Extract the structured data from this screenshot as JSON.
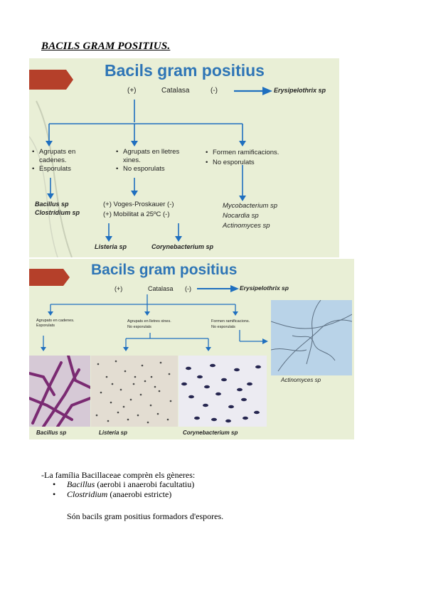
{
  "heading": "BACILS GRAM POSITIUS.",
  "slide1": {
    "title": "Bacils gram positius",
    "catalasa": {
      "plus": "(+)",
      "label": "Catalasa",
      "minus": "(-)"
    },
    "erysipelothrix": "Erysipelothrix sp",
    "branches": [
      {
        "items": [
          "Agrupats en cadenes.",
          "Esporulats"
        ],
        "genera": [
          "Bacillus sp",
          "Clostridium sp"
        ]
      },
      {
        "items": [
          "Agrupats en lletres xines.",
          "No esporulats"
        ],
        "tests": [
          "(+) Voges-Proskauer (-)",
          "(+) Mobilitat a 25ºC  (-)"
        ],
        "results": [
          "Listeria sp",
          "Corynebacterium sp"
        ]
      },
      {
        "items": [
          "Formen ramificacions.",
          "No esporulats"
        ],
        "genera": [
          "Mycobacterium sp",
          "Nocardia sp",
          "Actinomyces sp"
        ]
      }
    ]
  },
  "slide2": {
    "title": "Bacils gram positius",
    "catalasa": {
      "plus": "(+)",
      "label": "Catalasa",
      "minus": "(-)"
    },
    "erysipelothrix": "Erysipelothrix sp",
    "branches": [
      {
        "items": [
          "Agrupats en cadenes.",
          "Esporulats"
        ]
      },
      {
        "items": [
          "Agrupats en lletres xines.",
          "No esporulats"
        ]
      },
      {
        "items": [
          "Formen ramificacions.",
          "No esporulats"
        ]
      }
    ],
    "captions": [
      "Bacillus sp",
      "Listeria sp",
      "Corynebacterium sp",
      "Actinomyces sp"
    ]
  },
  "body": {
    "intro": "-La família Bacillaceae comprèn els gèneres:",
    "genera": [
      {
        "name": "Bacillus",
        "desc": " (aerobi i anaerobi facultatiu)"
      },
      {
        "name": "Clostridium",
        "desc": " (anaerobi estricte)"
      }
    ],
    "closing": "Són bacils gram positius formadors d'espores."
  }
}
